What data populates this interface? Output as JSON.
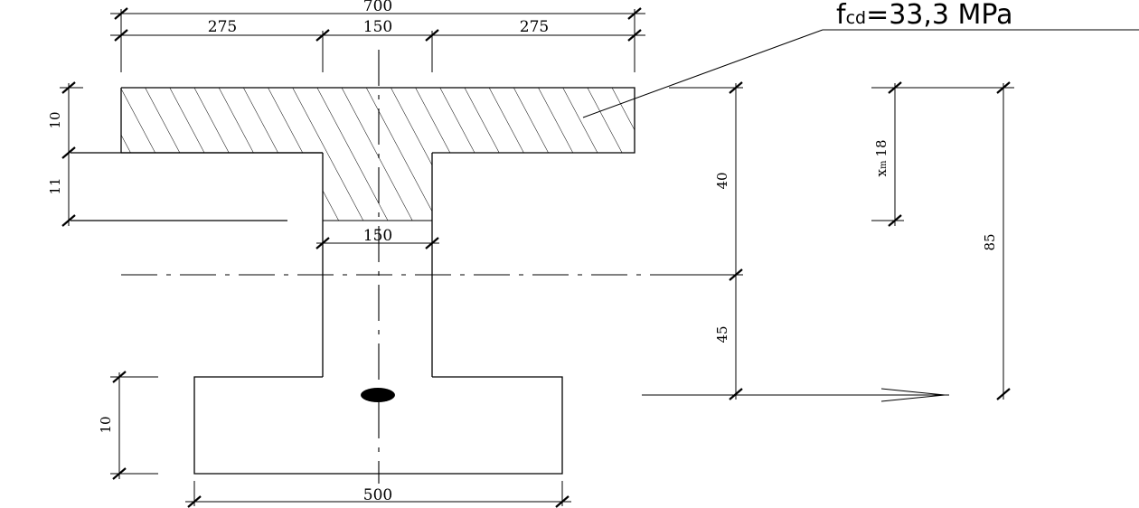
{
  "labels": {
    "top_total": "700",
    "top_left": "275",
    "top_middle": "150",
    "top_right": "275",
    "web_width": "150",
    "bottom_width": "500",
    "flange_thickness": "10",
    "web_top_height": "11",
    "bottom_flange_height": "10",
    "upper_height": "40",
    "lower_height": "45",
    "neutral_axis": "x",
    "neutral_axis_sub": "m",
    "neutral_axis_value": "18",
    "total_height": "85"
  },
  "material": {
    "text": "f",
    "sub": "cd",
    "value": "=33,3 MPa"
  }
}
